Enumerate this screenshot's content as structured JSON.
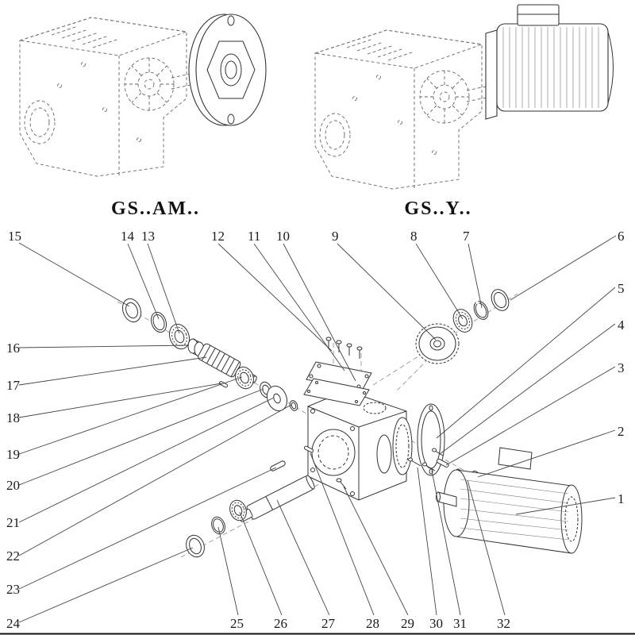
{
  "variants": [
    {
      "label": "GS..AM.."
    },
    {
      "label": "GS..Y.."
    }
  ],
  "callouts": [
    {
      "num": "1"
    },
    {
      "num": "2"
    },
    {
      "num": "3"
    },
    {
      "num": "4"
    },
    {
      "num": "5"
    },
    {
      "num": "6"
    },
    {
      "num": "7"
    },
    {
      "num": "8"
    },
    {
      "num": "9"
    },
    {
      "num": "10"
    },
    {
      "num": "11"
    },
    {
      "num": "12"
    },
    {
      "num": "13"
    },
    {
      "num": "14"
    },
    {
      "num": "15"
    },
    {
      "num": "16"
    },
    {
      "num": "17"
    },
    {
      "num": "18"
    },
    {
      "num": "19"
    },
    {
      "num": "20"
    },
    {
      "num": "21"
    },
    {
      "num": "22"
    },
    {
      "num": "23"
    },
    {
      "num": "24"
    },
    {
      "num": "25"
    },
    {
      "num": "26"
    },
    {
      "num": "27"
    },
    {
      "num": "28"
    },
    {
      "num": "29"
    },
    {
      "num": "30"
    },
    {
      "num": "31"
    },
    {
      "num": "32"
    }
  ]
}
